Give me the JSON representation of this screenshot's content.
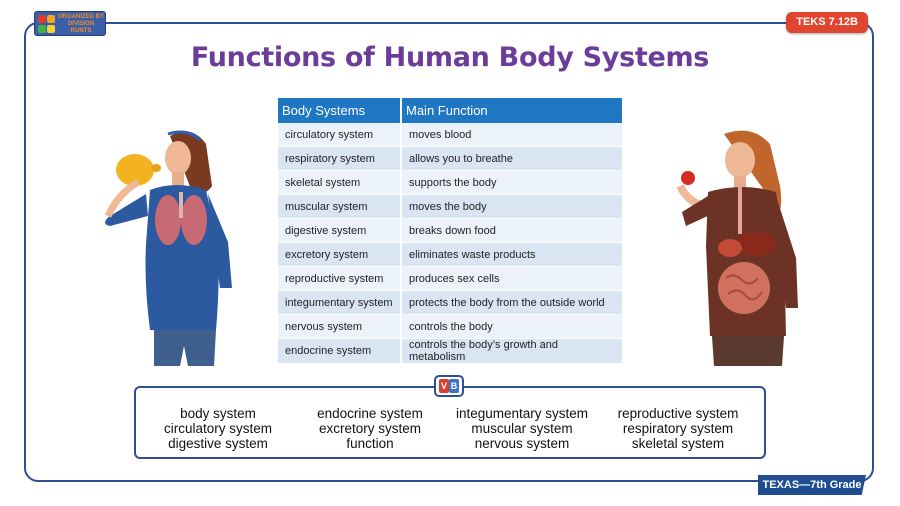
{
  "logo": {
    "text": "ORGANIZED BY DIVISION RUNTS",
    "icon": "publisher-logo-icon"
  },
  "teks_badge": "TEKS 7.12B",
  "title": "Functions of Human Body Systems",
  "table": {
    "headers": [
      "Body Systems",
      "Main Function"
    ],
    "rows": [
      [
        "circulatory system",
        "moves blood"
      ],
      [
        "respiratory system",
        "allows you to breathe"
      ],
      [
        "skeletal system",
        "supports the body"
      ],
      [
        "muscular system",
        "moves the body"
      ],
      [
        "digestive system",
        "breaks down food"
      ],
      [
        "excretory system",
        "eliminates waste products"
      ],
      [
        "reproductive system",
        "produces sex cells"
      ],
      [
        "integumentary system",
        "protects the body from the outside world"
      ],
      [
        "nervous system",
        "controls the body"
      ],
      [
        "endocrine system",
        "controls the body’s growth and metabolism"
      ]
    ]
  },
  "images": {
    "left": "woman blowing balloon with lungs shown",
    "right": "woman eating apple with digestive organs shown"
  },
  "vocabulary": {
    "badge_v": "V",
    "badge_b": "B",
    "columns": [
      [
        "body system",
        "circulatory system",
        "digestive system"
      ],
      [
        "endocrine system",
        "excretory system",
        "function"
      ],
      [
        "integumentary system",
        "muscular system",
        "nervous system"
      ],
      [
        "reproductive system",
        "respiratory system",
        "skeletal system"
      ]
    ]
  },
  "grade_label": "TEXAS—7th Grade",
  "colors": {
    "frame": "#2e4f93",
    "title": "#6b3d98",
    "table_header": "#1f76c3",
    "teks": "#e0452f"
  }
}
